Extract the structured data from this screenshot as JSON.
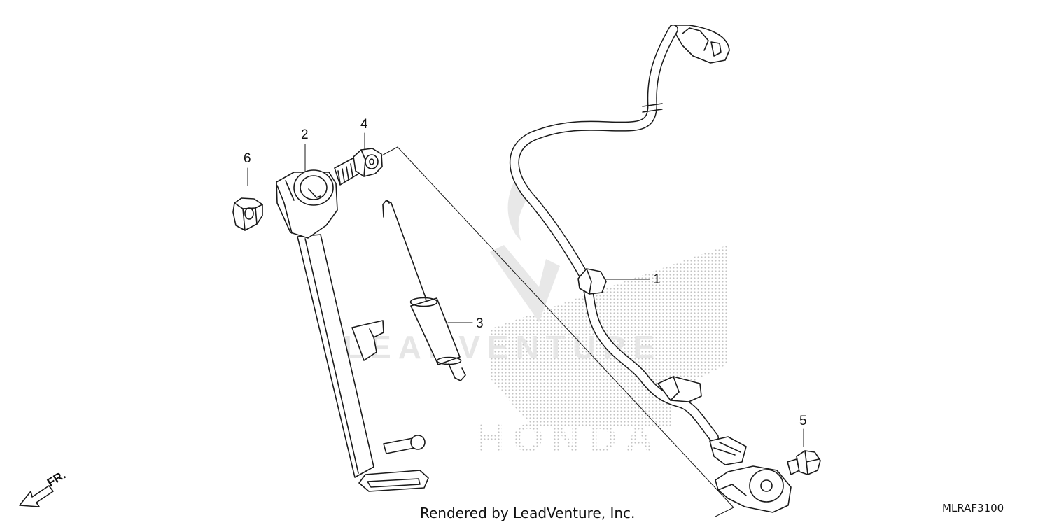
{
  "callouts": [
    {
      "id": "part-1",
      "label": "1"
    },
    {
      "id": "part-2",
      "label": "2"
    },
    {
      "id": "part-3",
      "label": "3"
    },
    {
      "id": "part-4",
      "label": "4"
    },
    {
      "id": "part-5",
      "label": "5"
    },
    {
      "id": "part-6",
      "label": "6"
    }
  ],
  "direction_label": "FR.",
  "footer_text": "Rendered by LeadVenture, Inc.",
  "diagram_code": "MLRAF3100",
  "watermark": {
    "brand_text": "LEADVENTURE",
    "maker_text": "HONDA",
    "color": "#c9c9c9"
  },
  "line_color": "#1a1a1a"
}
